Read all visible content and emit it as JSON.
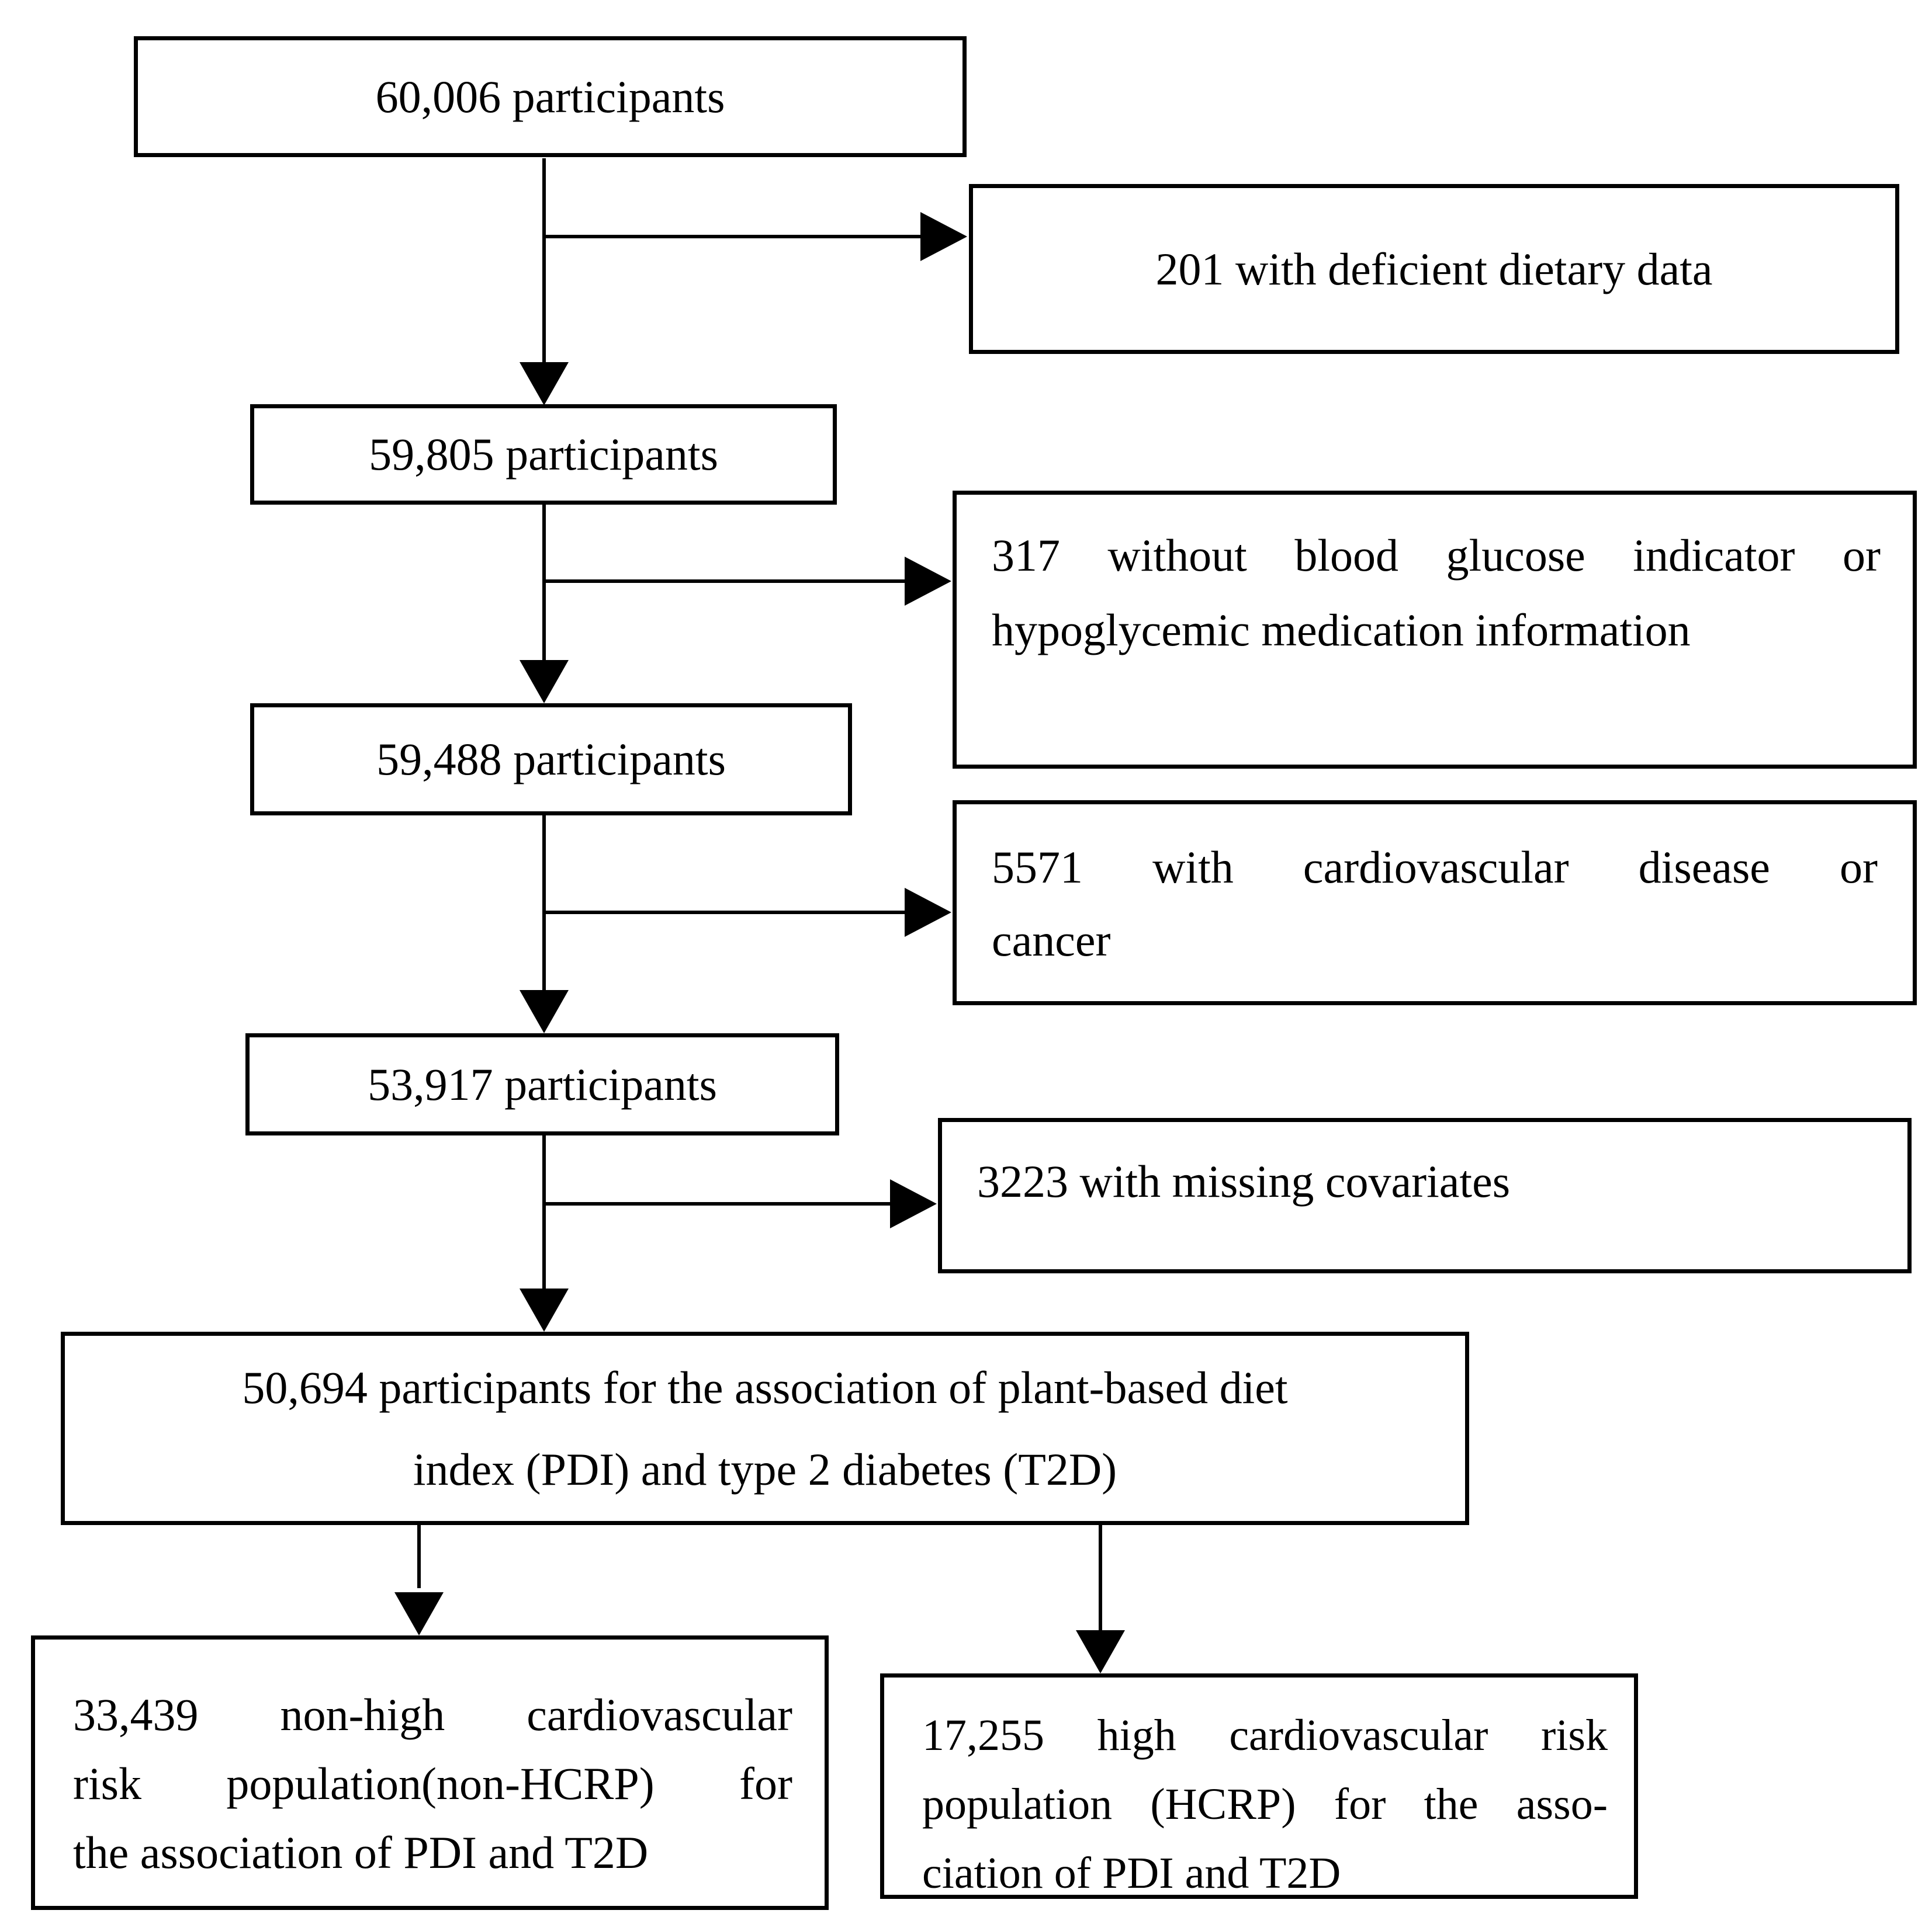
{
  "figure": {
    "type": "participant-flow-diagram",
    "background_color": "#ffffff",
    "line_color": "#000000",
    "text_color": "#000000"
  },
  "boxes": {
    "b60006": {
      "text": "60,006 participants"
    },
    "b201": {
      "text": "201 with deficient dietary data"
    },
    "b59805": {
      "text": "59,805 participants"
    },
    "b317": {
      "lines": [
        "317 without blood glucose indicator or",
        "hypoglycemic medication information"
      ]
    },
    "b59488": {
      "text": "59,488 participants"
    },
    "b5571": {
      "lines": [
        "5571 with cardiovascular disease or",
        "cancer"
      ]
    },
    "b53917": {
      "text": "53,917 participants"
    },
    "b3223": {
      "text": "3223 with missing covariates"
    },
    "b50694": {
      "lines": [
        "50,694 participants for the association of plant-based diet",
        "index (PDI) and type 2 diabetes (T2D)"
      ]
    },
    "b33439": {
      "lines": [
        "33,439 non-high cardiovascular",
        "risk population(non-HCRP) for",
        "the association of PDI and T2D"
      ]
    },
    "b17255": {
      "lines": [
        "17,255 high cardiovascular risk",
        "population (HCRP) for the asso-",
        "ciation of PDI and T2D"
      ]
    }
  }
}
